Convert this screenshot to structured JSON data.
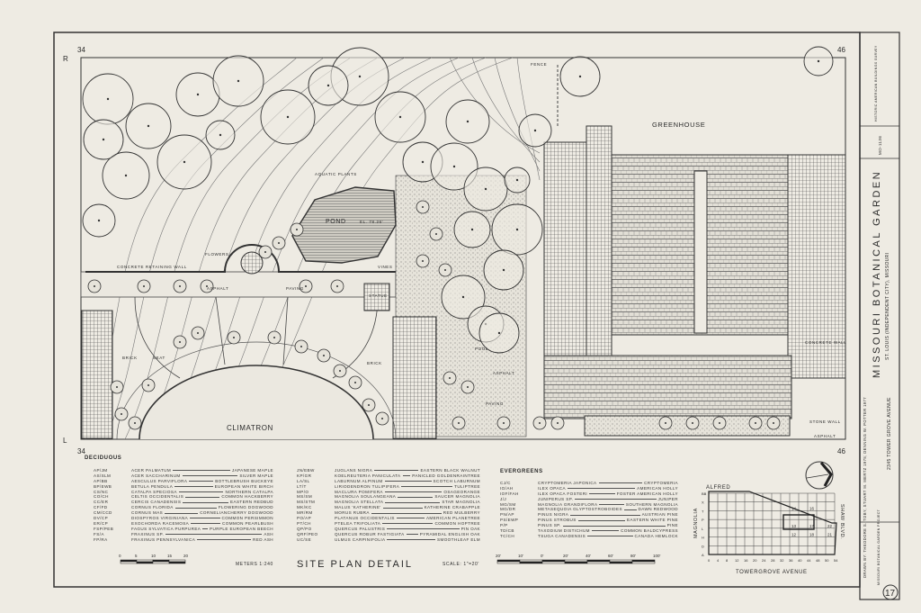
{
  "sheet": {
    "title": "SITE PLAN DETAIL",
    "metric_scale": "METERS 1:240",
    "scale": "SCALE: 1\"=20'",
    "metric_ticks": [
      "0",
      "5",
      "10",
      "15",
      "20"
    ],
    "feet_ticks": [
      "20'",
      "10'",
      "0'",
      "20'",
      "40'",
      "60'",
      "80'",
      "100'"
    ],
    "sheet_number": "17",
    "grid_refs": {
      "top_left": "34",
      "top_right": "46",
      "bottom_left": "34",
      "bottom_right": "46",
      "row_top": "R",
      "row_bottom": "L"
    }
  },
  "plan_labels": {
    "greenhouse": "GREENHOUSE",
    "pond": "POND",
    "pond_elevation": "EL. 78.26'",
    "aquatic_plants": "AQUATIC PLANTS",
    "climatron": "CLIMATRON",
    "retaining_wall": "CONCRETE RETAINING WALL",
    "asphalt": "ASPHALT",
    "asphalt_2": "ASPHALT",
    "asphalt_3": "ASPHALT",
    "paving": "PAVING",
    "paving_2": "PAVING",
    "fence": "FENCE",
    "concrete_wall": "CONCRETE WALL",
    "stone_wall": "STONE WALL",
    "brick": "BRICK",
    "brick_2": "BRICK",
    "seat": "SEAT",
    "pool": "POOL",
    "statue": "STATUE",
    "flowers": "FLOWERS",
    "vines": "VINES"
  },
  "legend": {
    "deciduous_title": "DECIDUOUS",
    "deciduous_left": [
      {
        "code": "AP/JM",
        "botanical": "ACER PALMATUM",
        "common": "JAPANESE MAPLE"
      },
      {
        "code": "AS/SLM",
        "botanical": "ACER SACCHARINUM",
        "common": "SILVER MAPLE"
      },
      {
        "code": "AP/BB",
        "botanical": "AESCULUS PARVIFLORA",
        "common": "BOTTLEBRUSH BUCKEYE"
      },
      {
        "code": "BP/EWB",
        "botanical": "BETULA PENDULA",
        "common": "EUROPEAN WHITE BIRCH"
      },
      {
        "code": "CS/NC",
        "botanical": "CATALPA SPECIOSA",
        "common": "NORTHERN CATALPA"
      },
      {
        "code": "CO/CH",
        "botanical": "CELTIS OCCIDENTALIS",
        "common": "COMMON HACKBERRY"
      },
      {
        "code": "CC/ER",
        "botanical": "CERCIS CANADENSIS",
        "common": "EASTERN REDBUD"
      },
      {
        "code": "CF/FD",
        "botanical": "CORNUS FLORIDA",
        "common": "FLOWERING DOGWOOD"
      },
      {
        "code": "CM/CCD",
        "botanical": "CORNUS MAS",
        "common": "CORNELIANCHERRY DOGWOOD"
      },
      {
        "code": "DV/CP",
        "botanical": "DIOSPYROS VIRGINIANA",
        "common": "COMMON PERSIMMON"
      },
      {
        "code": "ER/CP",
        "botanical": "EXOCHORDA RACEMOSA",
        "common": "COMMON PEARLBUSH"
      },
      {
        "code": "FSP/PEB",
        "botanical": "FAGUS SYLVATICA PURPUREA",
        "common": "PURPLE EUROPEAN BEECH"
      },
      {
        "code": "FS/A",
        "botanical": "FRAXINUS SP.",
        "common": "ASH"
      },
      {
        "code": "FP/RA",
        "botanical": "FRAXINUS PENNSYLVANICA",
        "common": "RED ASH"
      }
    ],
    "deciduous_right": [
      {
        "code": "JN/EBW",
        "botanical": "JUGLANS NIGRA",
        "common": "EASTERN BLACK WALNUT"
      },
      {
        "code": "KP/GR",
        "botanical": "KOELREUTERIA PANICULATA",
        "common": "PANICLED GOLDENRAINTREE"
      },
      {
        "code": "LA/SL",
        "botanical": "LABURNUM ALPINUM",
        "common": "SCOTCH LABURNUM"
      },
      {
        "code": "LT/T",
        "botanical": "LIRIODENDRON TULIPIFERA",
        "common": "TULIPTREE"
      },
      {
        "code": "MP/O",
        "botanical": "MACLURA POMIFERA",
        "common": "OSAGEORANGE"
      },
      {
        "code": "MS/SM",
        "botanical": "MAGNOLIA SOULANGEANA",
        "common": "SAUCER MAGNOLIA"
      },
      {
        "code": "MS/STM",
        "botanical": "MAGNOLIA STELLATA",
        "common": "STAR MAGNOLIA"
      },
      {
        "code": "MK/KC",
        "botanical": "MALUS 'KATHERINE'",
        "common": "KATHERINE CRABAPPLE"
      },
      {
        "code": "MR/RM",
        "botanical": "MORUS RUBRA",
        "common": "RED MULBERRY"
      },
      {
        "code": "PO/AP",
        "botanical": "PLATANUS OCCIDENTALIS",
        "common": "AMERICAN PLANETREE"
      },
      {
        "code": "PT/CH",
        "botanical": "PTELEA TRIFOLIATA",
        "common": "COMMON HOPTREE"
      },
      {
        "code": "QP/PO",
        "botanical": "QUERCUS PALUSTRIS",
        "common": "PIN OAK"
      },
      {
        "code": "QRF/PEO",
        "botanical": "QUERCUS ROBUR FASTIGIATA",
        "common": "PYRAMIDAL ENGLISH OAK"
      },
      {
        "code": "UC/SE",
        "botanical": "ULMUS CARPINIFOLIA",
        "common": "SMOOTHLEAF ELM"
      }
    ],
    "evergreens_title": "EVERGREENS",
    "evergreens": [
      {
        "code": "CJ/C",
        "botanical": "CRYPTOMERIA JAPONICA",
        "common": "CRYPTOMERIA"
      },
      {
        "code": "IO/AH",
        "botanical": "ILEX OPACA",
        "common": "AMERICAN HOLLY"
      },
      {
        "code": "IOF/FAH",
        "botanical": "ILEX OPACA FOSTERI",
        "common": "FOSTER AMERICAN HOLLY"
      },
      {
        "code": "J/J",
        "botanical": "JUNIPERUS SP.",
        "common": "JUNIPER"
      },
      {
        "code": "MG/SM",
        "botanical": "MAGNOLIA GRANDIFLORA",
        "common": "SOUTHERN MAGNOLIA"
      },
      {
        "code": "MG/DR",
        "botanical": "METASEQUOIA GLYPTOSTROBOIDES",
        "common": "DAWN REDWOOD"
      },
      {
        "code": "PN/AP",
        "botanical": "PINUS NIGRA",
        "common": "AUSTRIAN PINE"
      },
      {
        "code": "PS/EWP",
        "botanical": "PINUS STROBUS",
        "common": "EASTERN WHITE PINE"
      },
      {
        "code": "P/P",
        "botanical": "PINUS SP.",
        "common": "PINE"
      },
      {
        "code": "TD/CB",
        "botanical": "TAXODIUM DISTICHUM",
        "common": "COMMON BALDCYPRESS"
      },
      {
        "code": "TC/CH",
        "botanical": "TSUGA CANADENSIS",
        "common": "CANADA HEMLOCK"
      }
    ]
  },
  "key_map": {
    "street_top": "ALFRED",
    "street_left": "MAGNOLIA",
    "street_right": "SHAW BLVD.",
    "street_bottom": "TOWERGROVE AVENUE",
    "x_ticks": [
      "0",
      "4",
      "8",
      "12",
      "16",
      "20",
      "24",
      "28",
      "32",
      "36",
      "40",
      "44",
      "48",
      "50",
      "54"
    ],
    "y_ticks": [
      "BB",
      "X",
      "T",
      "P",
      "L",
      "H",
      "D",
      "A"
    ],
    "sheet_cells": [
      "14",
      "16",
      "13",
      "17",
      "22",
      "12",
      "18",
      "21"
    ]
  },
  "title_block": {
    "name": "MISSOURI BOTANICAL GARDEN",
    "location": "ST. LOUIS (INDEPENDENT CITY), MISSOURI",
    "address": "2345 TOWER GROVE AVENUE",
    "drawn_by": "DRAWN BY: THEODORE S. TOBY, STUART M. MERTZ 1975; DENNING W. POTTER 1977",
    "project": "MISSOURI BOTANICAL GARDEN PROJECT",
    "agency": "HISTORIC AMERICAN BUILDINGS SURVEY",
    "survey_number": "MO-1136"
  }
}
